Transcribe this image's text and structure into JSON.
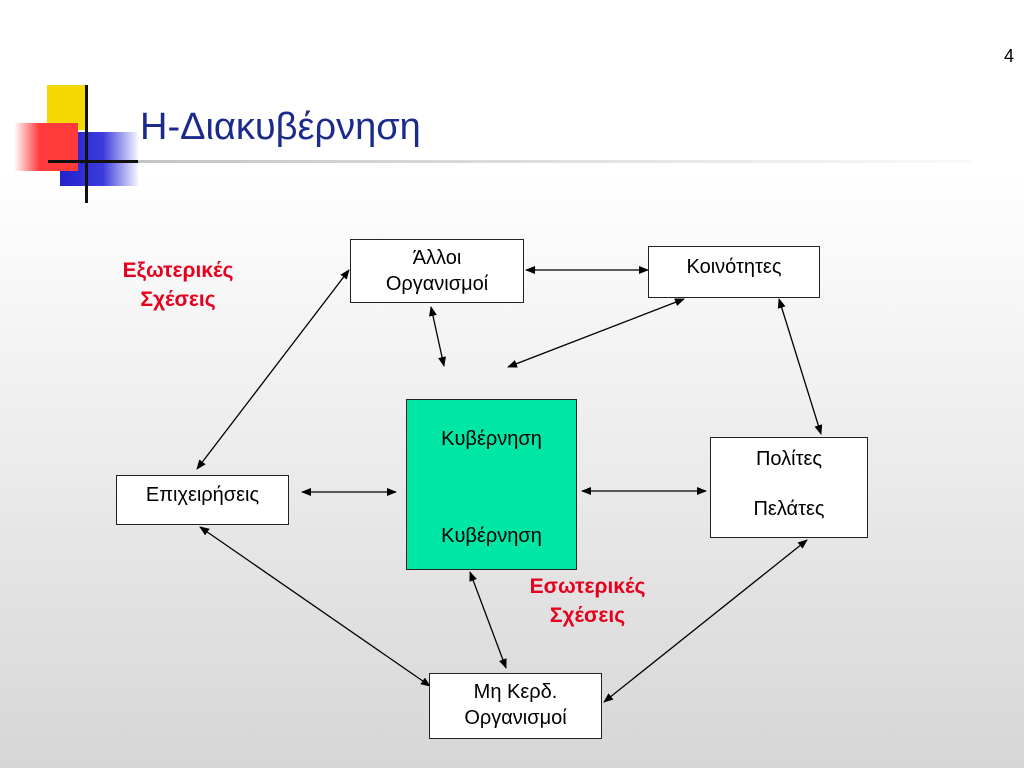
{
  "page_number": "4",
  "title": "Η-Διακυβέρνηση",
  "labels": {
    "external_line1": "Εξωτερικές",
    "external_line2": "Σχέσεις",
    "internal_line1": "Εσωτερικές",
    "internal_line2": "Σχέσεις"
  },
  "nodes": {
    "other_orgs": {
      "line1": "Άλλοι",
      "line2": "Οργανισμοί"
    },
    "communities": {
      "line1": "Κοινότητες"
    },
    "business": {
      "line1": "Επιχειρήσεις"
    },
    "government": {
      "line1": "Κυβέρνηση",
      "line2": "Κυβέρνηση"
    },
    "citizens": {
      "line1": "Πολίτες",
      "line2": "Πελάτες"
    },
    "nonprofit": {
      "line1": "Μη Κερδ.",
      "line2": "Οργανισμοί"
    }
  },
  "colors": {
    "title": "#1c2a8c",
    "center_fill": "#00e6a5",
    "label_red": "#e6001e"
  }
}
